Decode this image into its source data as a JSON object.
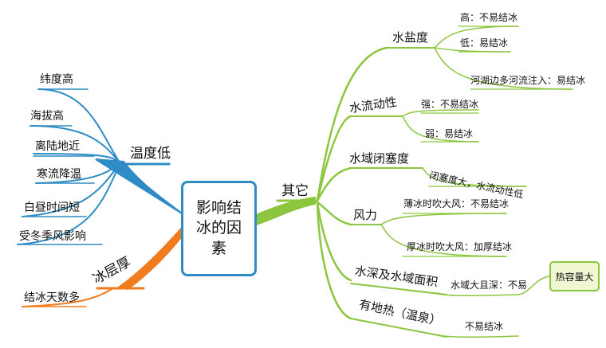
{
  "center": "影响结冰的因素",
  "branches": {
    "temperature": {
      "label": "温度低",
      "children": [
        "纬度高",
        "海拔高",
        "离陆地近",
        "寒流降温",
        "白昼时间短",
        "受冬季风影响"
      ]
    },
    "ice_thickness": {
      "label": "冰层厚",
      "children": [
        "结冰天数多"
      ]
    },
    "other": {
      "label": "其它",
      "children": [
        {
          "label": "水盐度",
          "children": [
            "高：不易结冰",
            "低：易结冰",
            "河湖边多河流注入：易结冰"
          ]
        },
        {
          "label": "水流动性",
          "children": [
            "强：不易结冰",
            "弱：易结冰"
          ]
        },
        {
          "label": "水域闭塞度",
          "children": [
            "闭塞度大，水流动性低"
          ]
        },
        {
          "label": "风力",
          "children": [
            "薄冰时吹大风：不易结冰",
            "厚冰时吹大风：加厚结冰"
          ]
        },
        {
          "label": "水深及水域面积",
          "children": [
            "水域大且深：不易"
          ],
          "note": "热容量大"
        },
        {
          "label": "有地热（温泉）",
          "children": [
            "不易结冰"
          ]
        }
      ]
    }
  },
  "colors": {
    "blue": "#2e8bc4",
    "orange": "#f07c1e",
    "green": "#8cc63f"
  }
}
